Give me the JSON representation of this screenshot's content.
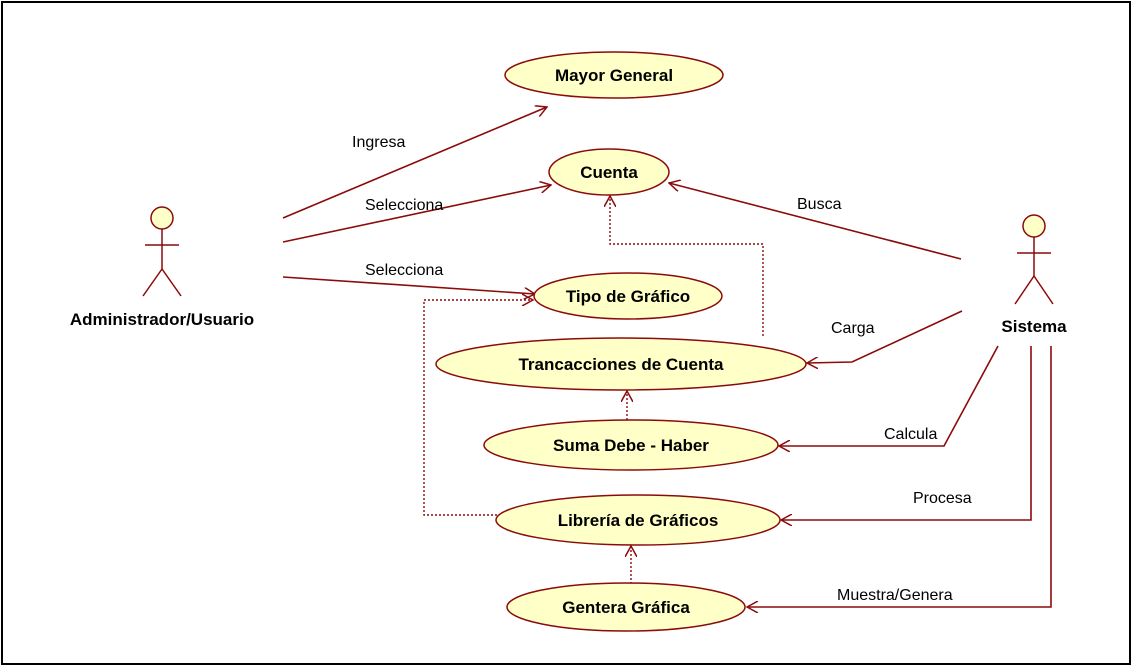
{
  "actors": {
    "admin": "Administrador/Usuario",
    "sistema": "Sistema"
  },
  "use_cases": {
    "mayor_general": "Mayor General",
    "cuenta": "Cuenta",
    "tipo_grafico": "Tipo de Gráfico",
    "trancacciones": "Trancacciones de Cuenta",
    "suma": "Suma Debe - Haber",
    "libreria": "Librería de Gráficos",
    "gentera": "Gentera Gráfica"
  },
  "edges": {
    "ingresa": "Ingresa",
    "selecciona_cuenta": "Selecciona",
    "selecciona_tipo": "Selecciona",
    "busca": "Busca",
    "carga": "Carga",
    "calcula": "Calcula",
    "procesa": "Procesa",
    "muestra": "Muestra/Genera"
  },
  "colors": {
    "line": "#8b0a0a",
    "usecase_fill": "#ffffc8",
    "border": "#000000"
  }
}
